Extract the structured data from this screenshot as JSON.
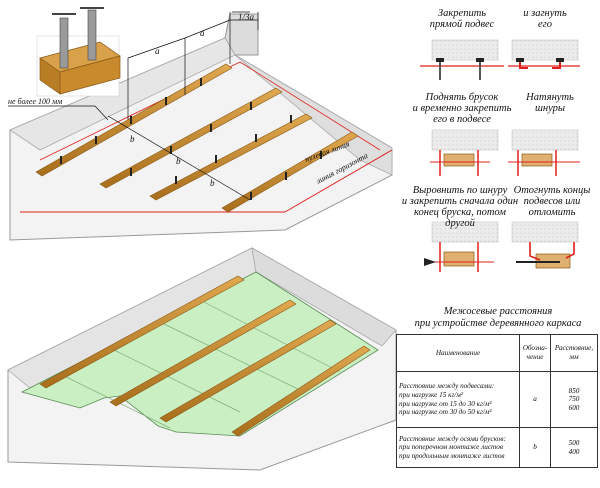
{
  "dimensions": {
    "fraction": "1/3a",
    "a": "a",
    "b": "b",
    "max_edge": "не более 100 мм"
  },
  "lines": {
    "zero": "нулевая линия",
    "horizon": "линия горизонта"
  },
  "steps": [
    {
      "caption": "Закрепить\nпрямой подвес"
    },
    {
      "caption": "и загнуть\nего"
    },
    {
      "caption": "Поднять брусок\nи временно закрепить\nего в подвесе"
    },
    {
      "caption": "Натянуть\nшнуры"
    },
    {
      "caption": "Выровнить по шнуру\nи закрепить сначала один\nконец бруска, потом другой"
    },
    {
      "caption": "Отогнуть концы\nподвесов или\nотломить"
    }
  ],
  "table": {
    "title": "Межосевые расстояния\nпри устройстве деревянного каркаса",
    "headers": {
      "name": "Наименование",
      "designation": "Обозна-\nчение",
      "distance": "Расстояние,\nмм"
    },
    "rows": [
      {
        "name": [
          "Расстояние между подвесами:",
          "при нагрузке 15 кг/м²",
          "при нагрузке от 15 до 30 кг/м²",
          "при нагрузке от 30 до 50 кг/м²"
        ],
        "designation": "a",
        "values": [
          "850",
          "750",
          "600"
        ]
      },
      {
        "name": [
          "Расстояние между осями брусков:",
          "при поперечном монтаже листов",
          "при продольным монтаже листов"
        ],
        "designation": "b",
        "values": [
          "500",
          "400"
        ]
      }
    ]
  },
  "colors": {
    "wall": "#e8e8e8",
    "wall_edge": "#999999",
    "wood": "#c98a2e",
    "wood_dark": "#8a5a14",
    "board": "#c9efc2",
    "red": "#e0201a",
    "steel": "#555555"
  }
}
